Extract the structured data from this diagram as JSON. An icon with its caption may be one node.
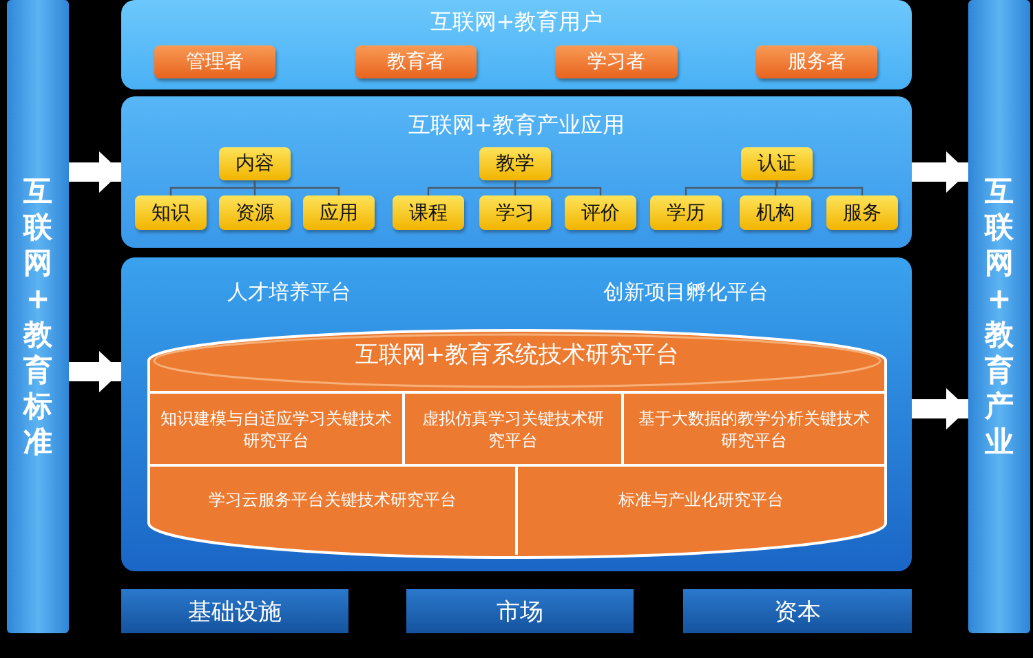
{
  "diagram": {
    "nodes": [
      {
        "text": [
          "互联网+教育标准"
        ]
      },
      {
        "text": [
          "互联网+教育用户"
        ]
      },
      {
        "text": [
          "管理者"
        ],
        "in": 1
      },
      {
        "text": [
          "教育者"
        ],
        "in": 1
      },
      {
        "text": [
          "学习者"
        ],
        "in": 1
      },
      {
        "text": [
          "服务者"
        ],
        "in": 1
      },
      {
        "text": [
          "互联网+教育产业应用"
        ]
      },
      {
        "text": [
          "内容"
        ],
        "in": 6
      },
      {
        "text": [
          "知识"
        ],
        "in": 6
      },
      {
        "text": [
          "资源"
        ],
        "in": 6
      },
      {
        "text": [
          "应用"
        ],
        "in": 6
      },
      {
        "text": [
          "教学"
        ],
        "in": 6
      },
      {
        "text": [
          "课程"
        ],
        "in": 6
      },
      {
        "text": [
          "学习"
        ],
        "in": 6
      },
      {
        "text": [
          "评价"
        ],
        "in": 6
      },
      {
        "text": [
          "认证"
        ],
        "in": 6
      },
      {
        "text": [
          "学历"
        ],
        "in": 6
      },
      {
        "text": [
          "机构"
        ],
        "in": 6
      },
      {
        "text": [
          "服务"
        ],
        "in": 6
      },
      {
        "text": [
          "人才培养平台",
          "创新项目孵化平台"
        ]
      },
      {
        "text": [
          "互联网+教育系统技术研究平台"
        ],
        "in": 19
      },
      {
        "text": [
          "知识建模与自适应学习关键技术研究平台"
        ],
        "in": 20
      },
      {
        "text": [
          "虚拟仿真学习关键技术研究平台"
        ],
        "in": 20
      },
      {
        "text": [
          "基于大数据的教学分析关键技术研究平台"
        ],
        "in": 20
      },
      {
        "text": [
          "学习云服务平台关键技术研究平台"
        ],
        "in": 20
      },
      {
        "text": [
          "标准与产业化研究平台"
        ],
        "in": 20
      },
      {
        "text": [
          "基础设施"
        ]
      },
      {
        "text": [
          "市场"
        ]
      },
      {
        "text": [
          "资本"
        ]
      },
      {
        "text": [
          "互联网+教育产业"
        ]
      }
    ],
    "edges": [
      {
        "from": 0,
        "to": 6,
        "arrow": "to",
        "style": "thick",
        "color": "#ffffff"
      },
      {
        "from": 0,
        "to": 19,
        "arrow": "to",
        "style": "thick",
        "color": "#ffffff"
      },
      {
        "from": 6,
        "to": 29,
        "arrow": "to",
        "style": "thick",
        "color": "#ffffff"
      },
      {
        "from": 19,
        "to": 29,
        "arrow": "to",
        "style": "thick",
        "color": "#ffffff"
      },
      {
        "from": 7,
        "to": 8,
        "arrow": "none",
        "color": "#4a5a6a"
      },
      {
        "from": 7,
        "to": 9,
        "arrow": "none",
        "color": "#4a5a6a"
      },
      {
        "from": 7,
        "to": 10,
        "arrow": "none",
        "color": "#4a5a6a"
      },
      {
        "from": 11,
        "to": 12,
        "arrow": "none",
        "color": "#4a5a6a"
      },
      {
        "from": 11,
        "to": 13,
        "arrow": "none",
        "color": "#4a5a6a"
      },
      {
        "from": 11,
        "to": 14,
        "arrow": "none",
        "color": "#4a5a6a"
      },
      {
        "from": 15,
        "to": 16,
        "arrow": "none",
        "color": "#4a5a6a"
      },
      {
        "from": 15,
        "to": 17,
        "arrow": "none",
        "color": "#4a5a6a"
      },
      {
        "from": 15,
        "to": 18,
        "arrow": "none",
        "color": "#4a5a6a"
      }
    ]
  }
}
